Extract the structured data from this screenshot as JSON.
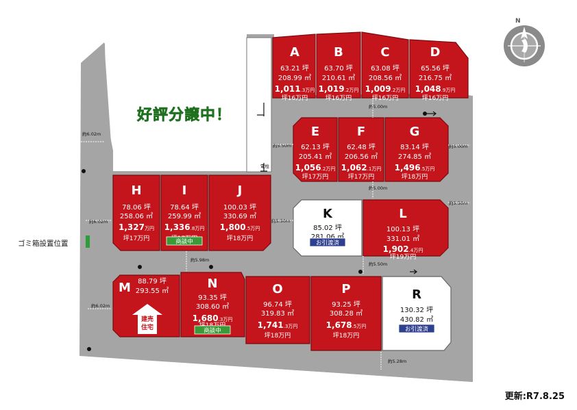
{
  "headline": "好評分譲中！",
  "updated": "更新:R7.8.25",
  "garbage_label": "ゴミ箱設置位置",
  "utility_pole": "電柱",
  "compass_letter": "N",
  "colors": {
    "available": "#c4151c",
    "road": "#a5a5a5",
    "sold": "#ffffff",
    "headline": "#2f8f2f",
    "negotiating_badge": "#3a9a38",
    "transferred_badge": "#2f3f8f"
  },
  "road_widths": {
    "north_road": "約5.00m",
    "ef_gap": "約5.50m",
    "kl_gap": "約5.00m",
    "right_road_g": "約5.00m",
    "right_road_l": "約5.50m",
    "j_k_road": "約5.50m",
    "west_top": "約6.02m",
    "west_mid": "約6.02m",
    "west_bottom": "約6.02m",
    "hn_road": "約5.98m",
    "lr_road": "約5.50m",
    "south_road": "約5.28m"
  },
  "lots": [
    {
      "id": "A",
      "tsubo": "63.21 坪",
      "sqm": "208.99 ㎡",
      "price_main": "1,011",
      "price_sub": ".3万円",
      "unit": "坪16万円",
      "status": "available",
      "badge": ""
    },
    {
      "id": "B",
      "tsubo": "63.70 坪",
      "sqm": "210.61 ㎡",
      "price_main": "1,019",
      "price_sub": ".2万円",
      "unit": "坪16万円",
      "status": "available",
      "badge": ""
    },
    {
      "id": "C",
      "tsubo": "63.08 坪",
      "sqm": "208.56 ㎡",
      "price_main": "1,009",
      "price_sub": ".2万円",
      "unit": "坪16万円",
      "status": "available",
      "badge": ""
    },
    {
      "id": "D",
      "tsubo": "65.56 坪",
      "sqm": "216.75 ㎡",
      "price_main": "1,048",
      "price_sub": ".9万円",
      "unit": "坪16万円",
      "status": "available",
      "badge": ""
    },
    {
      "id": "E",
      "tsubo": "62.13 坪",
      "sqm": "205.41 ㎡",
      "price_main": "1,056",
      "price_sub": ".2万円",
      "unit": "坪17万円",
      "status": "available",
      "badge": ""
    },
    {
      "id": "F",
      "tsubo": "62.48 坪",
      "sqm": "206.56 ㎡",
      "price_main": "1,062",
      "price_sub": ".1万円",
      "unit": "坪17万円",
      "status": "available",
      "badge": ""
    },
    {
      "id": "G",
      "tsubo": "83.14 坪",
      "sqm": "274.85 ㎡",
      "price_main": "1,496",
      "price_sub": ".5万円",
      "unit": "坪18万円",
      "status": "available",
      "badge": ""
    },
    {
      "id": "H",
      "tsubo": "78.06 坪",
      "sqm": "258.06 ㎡",
      "price_main": "1,327",
      "price_sub": "万円",
      "unit": "坪17万円",
      "status": "available",
      "badge": ""
    },
    {
      "id": "I",
      "tsubo": "78.64 坪",
      "sqm": "259.99 ㎡",
      "price_main": "1,336",
      "price_sub": ".8万円",
      "unit": "坪17万円",
      "status": "available",
      "badge": "商談中"
    },
    {
      "id": "J",
      "tsubo": "100.03 坪",
      "sqm": "330.69 ㎡",
      "price_main": "1,800",
      "price_sub": ".5万円",
      "unit": "坪18万円",
      "status": "available",
      "badge": ""
    },
    {
      "id": "K",
      "tsubo": "85.02 坪",
      "sqm": "281.06 ㎡",
      "price_main": "",
      "price_sub": "",
      "unit": "",
      "status": "sold",
      "badge": "お引渡済"
    },
    {
      "id": "L",
      "tsubo": "100.13 坪",
      "sqm": "331.01 ㎡",
      "price_main": "1,902",
      "price_sub": ".4万円",
      "unit": "坪19万円",
      "status": "available",
      "badge": ""
    },
    {
      "id": "M",
      "tsubo": "88.79 坪",
      "sqm": "293.55 ㎡",
      "price_main": "",
      "price_sub": "",
      "unit": "",
      "status": "available",
      "badge": "",
      "note": "建売住宅"
    },
    {
      "id": "N",
      "tsubo": "93.35 坪",
      "sqm": "308.60 ㎡",
      "price_main": "1,680",
      "price_sub": ".3万円",
      "unit": "坪18万円",
      "status": "available",
      "badge": "商談中"
    },
    {
      "id": "O",
      "tsubo": "96.74 坪",
      "sqm": "319.83 ㎡",
      "price_main": "1,741",
      "price_sub": ".3万円",
      "unit": "坪18万円",
      "status": "available",
      "badge": ""
    },
    {
      "id": "P",
      "tsubo": "93.25 坪",
      "sqm": "308.28 ㎡",
      "price_main": "1,678",
      "price_sub": ".5万円",
      "unit": "坪18万円",
      "status": "available",
      "badge": ""
    },
    {
      "id": "R",
      "tsubo": "130.32 坪",
      "sqm": "430.82 ㎡",
      "price_main": "",
      "price_sub": "",
      "unit": "",
      "status": "sold",
      "badge": "お引渡済"
    }
  ]
}
